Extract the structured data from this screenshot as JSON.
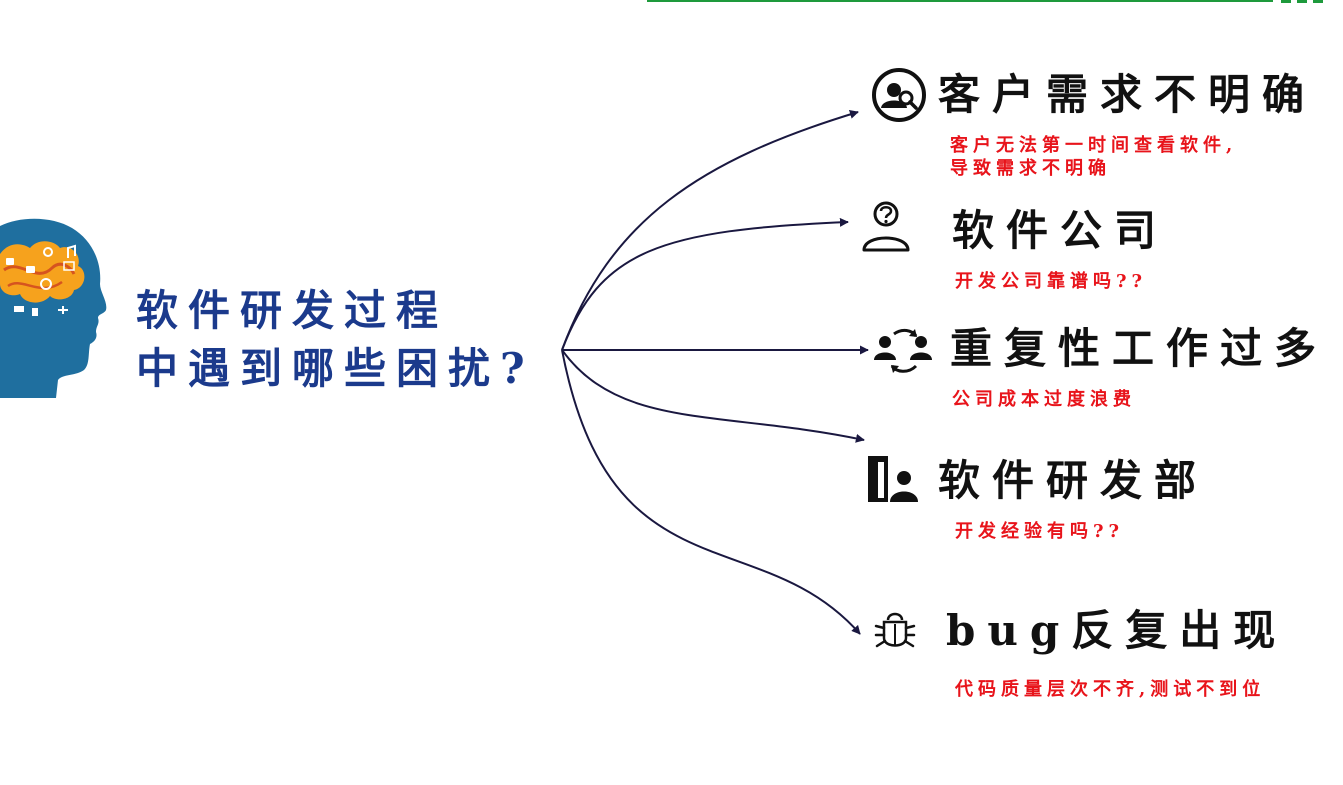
{
  "center_topic": {
    "line1": "软件研发过程",
    "line2": "中遇到哪些困扰?"
  },
  "branches": [
    {
      "icon": "user-search-icon",
      "title": "客户需求不明确",
      "note_line1": "客户无法第一时间查看软件,",
      "note_line2": "导致需求不明确"
    },
    {
      "icon": "user-question-icon",
      "title": "软件公司",
      "note_line1": "开发公司靠谱吗??",
      "note_line2": ""
    },
    {
      "icon": "team-cycle-icon",
      "title": "重复性工作过多",
      "note_line1": "公司成本过度浪费",
      "note_line2": ""
    },
    {
      "icon": "department-user-icon",
      "title": "软件研发部",
      "note_line1": "开发经验有吗??",
      "note_line2": ""
    },
    {
      "icon": "bug-icon",
      "title": "bug反复出现",
      "note_line1": "代码质量层次不齐,测试不到位",
      "note_line2": ""
    }
  ],
  "colors": {
    "center_text": "#1b3a8c",
    "branch_text": "#111111",
    "note_text": "#e8141b",
    "connector": "#1a1840",
    "head_silhouette": "#1f6f9f",
    "top_rule": "#1e9a3c"
  }
}
